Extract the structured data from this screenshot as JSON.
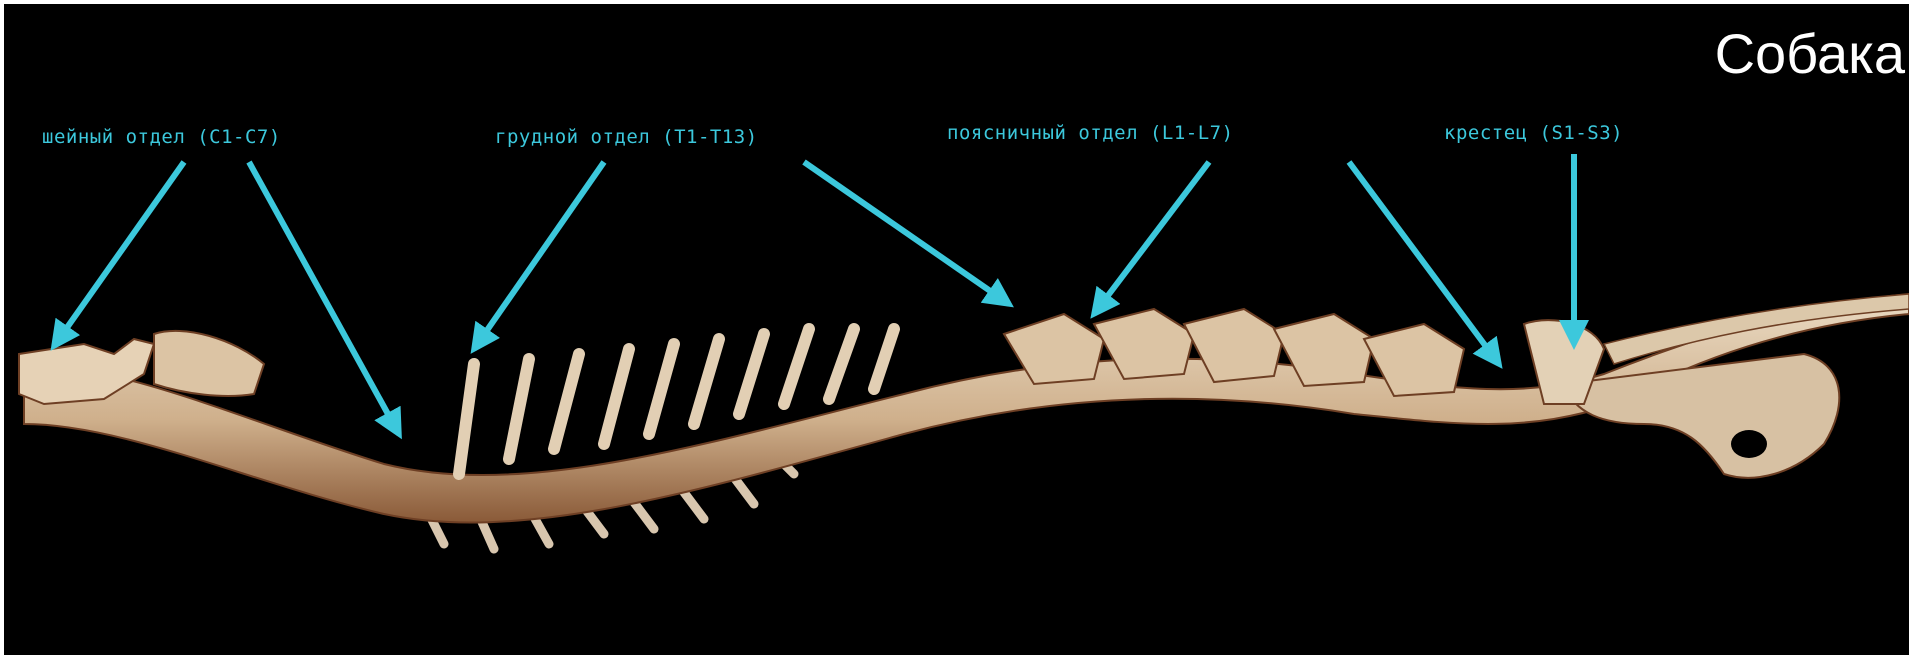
{
  "labels": {
    "cervical": "шейный отдел (С1-С7)",
    "thoracic": "грудной отдел (Т1-Т13)",
    "lumbar": "поясничный отдел (L1-L7)",
    "sacrum": "крестец (S1-S3)"
  },
  "title": "Собака",
  "colors": {
    "background": "#000000",
    "bone": "#d9c3a5",
    "bone_shadow": "#7a4a2c",
    "arrow": "#3cc8dc",
    "title": "#ffffff"
  }
}
